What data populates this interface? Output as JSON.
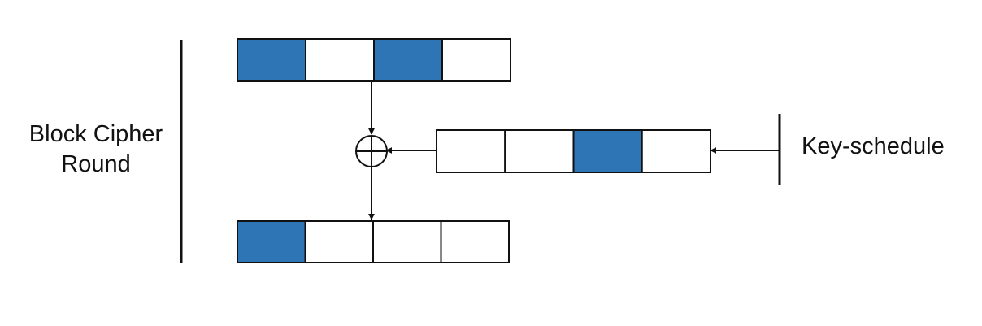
{
  "labels": {
    "round_line1": "Block Cipher",
    "round_line2": "Round",
    "key_schedule": "Key-schedule"
  },
  "colors": {
    "filled": "#2e75b6",
    "empty": "#ffffff",
    "stroke": "#111111"
  },
  "registers": {
    "state_in": [
      true,
      false,
      true,
      false
    ],
    "round_key": [
      false,
      false,
      true,
      false
    ],
    "state_out": [
      true,
      false,
      false,
      false
    ]
  },
  "icons": {
    "xor": "xor-icon"
  }
}
